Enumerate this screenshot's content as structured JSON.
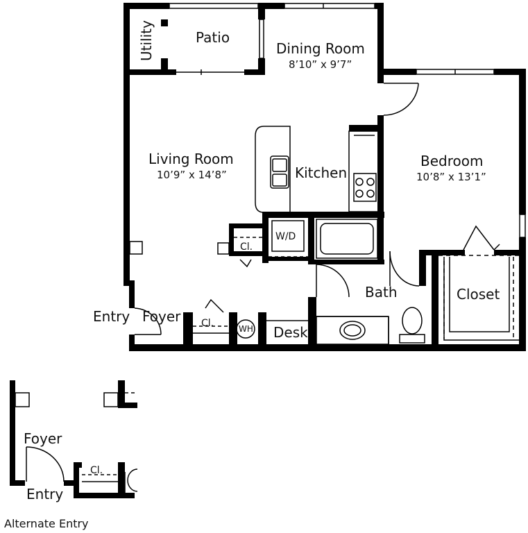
{
  "plan": {
    "rooms": {
      "utility": "Utility",
      "patio": "Patio",
      "dining": "Dining Room",
      "dining_dim": "8’10” x 9’7”",
      "living": "Living Room",
      "living_dim": "10’9” x 14’8”",
      "kitchen": "Kitchen",
      "bedroom": "Bedroom",
      "bedroom_dim": "10’8” x 13’1”",
      "bath": "Bath",
      "closet": "Closet",
      "entry": "Entry",
      "foyer": "Foyer",
      "closet_short_1": "Cl.",
      "closet_short_2": "Cl.",
      "water_heater": "WH",
      "desk": "Desk",
      "washer_dryer": "W/D"
    },
    "alternate": {
      "foyer": "Foyer",
      "entry": "Entry",
      "closet_short": "Cl.",
      "caption": "Alternate Entry"
    }
  }
}
